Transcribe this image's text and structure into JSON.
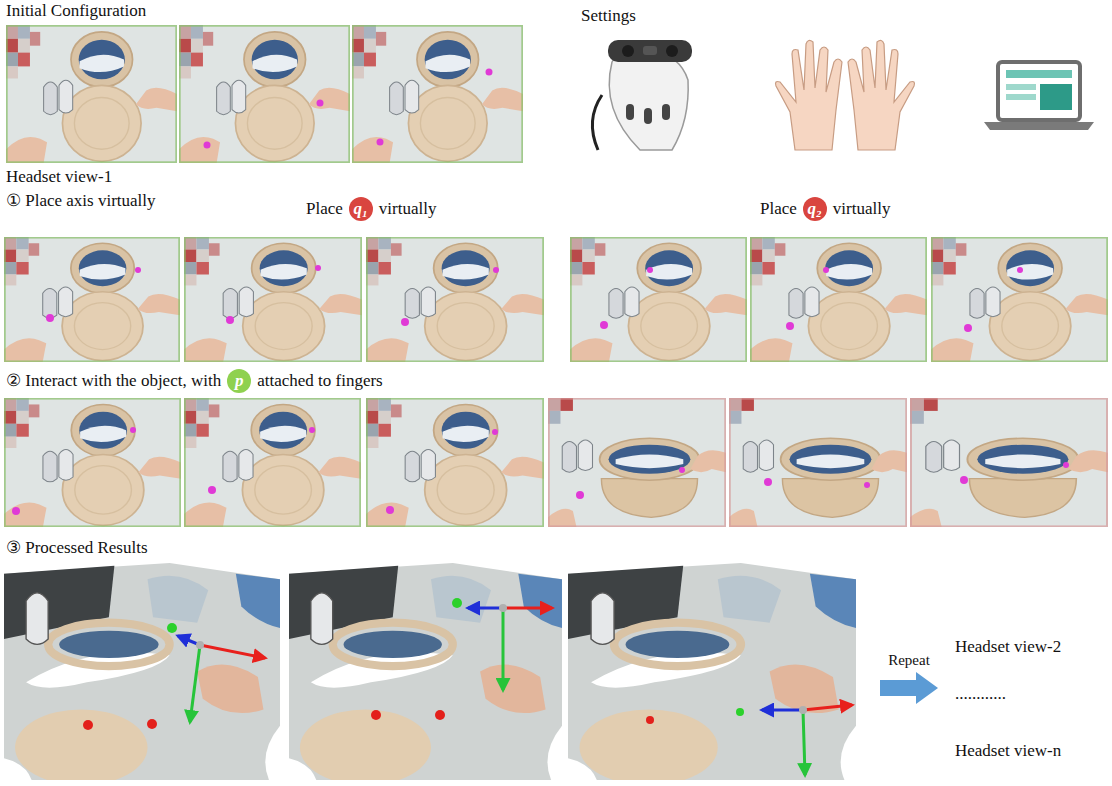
{
  "diagram": {
    "nodes": [
      {
        "text": [
          "q₁"
        ]
      },
      {
        "text": [
          "q₂"
        ]
      },
      {
        "text": [
          "p"
        ]
      }
    ],
    "labels": [
      "Initial Configuration",
      "Settings",
      "Headset view-1",
      "① Place axis virtually",
      "Place",
      "virtually",
      "Place",
      "virtually",
      "② Interact with the object, with",
      "attached to fingers",
      "③ Processed Results",
      "Repeat",
      "Headset view-2",
      "............",
      "Headset view-n"
    ]
  }
}
